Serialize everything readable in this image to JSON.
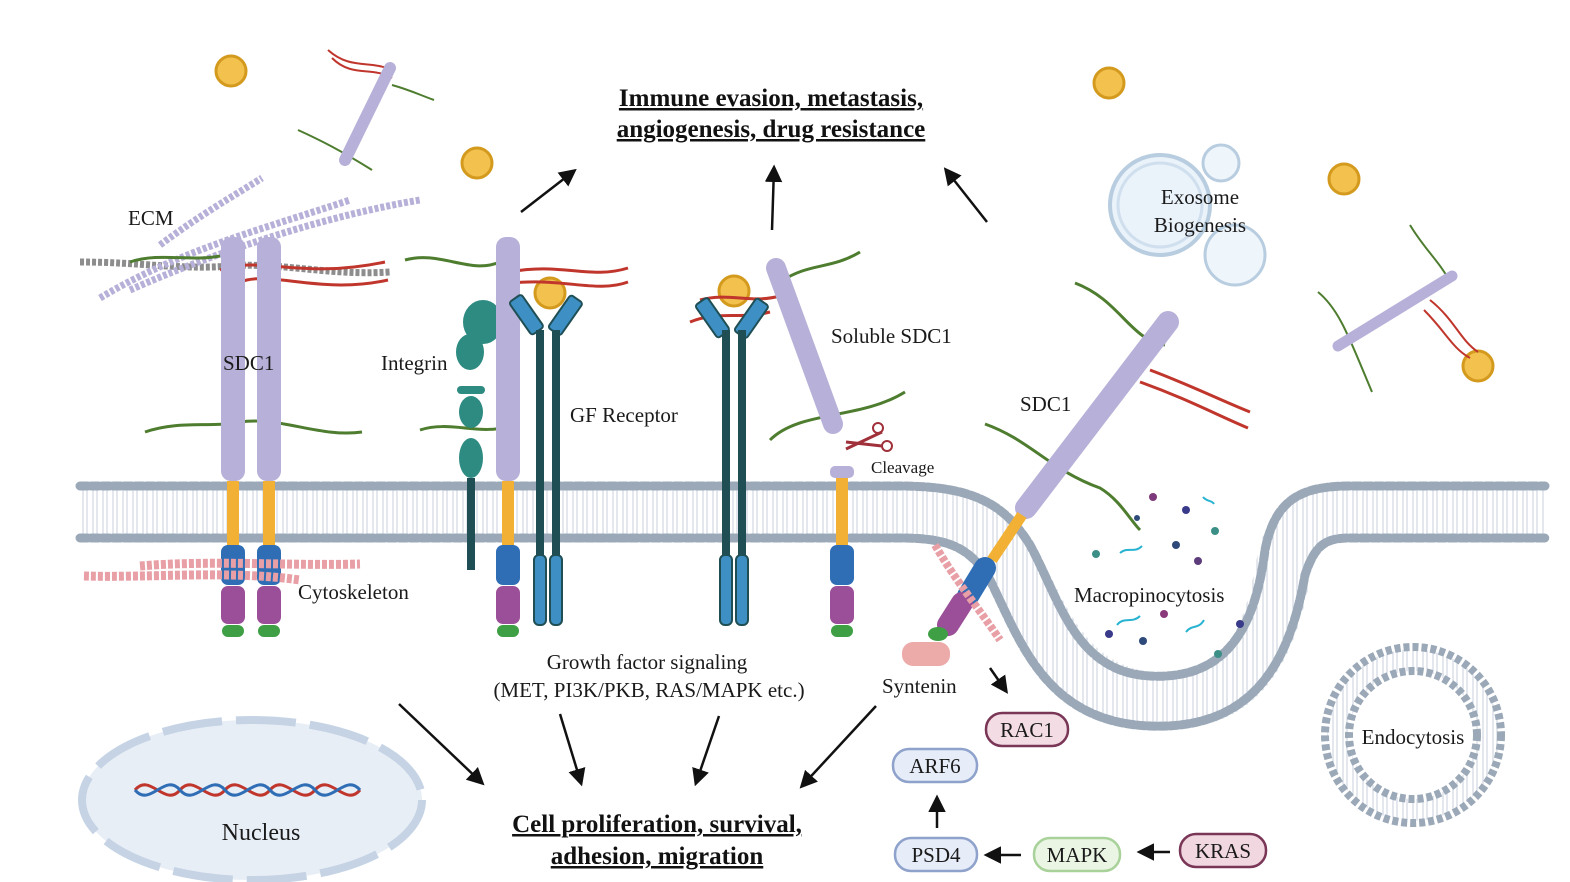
{
  "outcomes": {
    "top_line1": "Immune evasion, metastasis,",
    "top_line2": "angiogenesis, drug resistance",
    "bottom_line1": "Cell proliferation, survival,",
    "bottom_line2": "adhesion, migration"
  },
  "labels": {
    "ecm": "ECM",
    "sdc1_left": "SDC1",
    "integrin": "Integrin",
    "gf_receptor": "GF Receptor",
    "soluble_sdc1": "Soluble SDC1",
    "cleavage": "Cleavage",
    "sdc1_right": "SDC1",
    "exosome_line1": "Exosome",
    "exosome_line2": "Biogenesis",
    "cytoskeleton": "Cytoskeleton",
    "growth_line1": "Growth factor signaling",
    "growth_line2": "(MET, PI3K/PKB, RAS/MAPK etc.)",
    "syntenin": "Syntenin",
    "macropinocytosis": "Macropinocytosis",
    "endocytosis": "Endocytosis",
    "nucleus": "Nucleus"
  },
  "pathway": {
    "rac1": "RAC1",
    "arf6": "ARF6",
    "psd4": "PSD4",
    "mapk": "MAPK",
    "kras": "KRAS"
  },
  "colors": {
    "sdc1_core": "#b7b0d8",
    "membrane_head": "#9aa8b8",
    "growth_factor": "#f2c14e",
    "heparan_green": "#4e7d2f",
    "heparan_red": "#c0362c",
    "receptor_blue": "#3d8fc4",
    "receptor_dark": "#1f4f55",
    "integrin_teal": "#2e8b82",
    "cyto_blue": "#2f6db5",
    "cyto_purple": "#9b4f98",
    "cyto_green": "#3e9f45",
    "rac1_fill": "#f3dce4",
    "kras_fill": "#f0d7e0",
    "arf6_fill": "#e6ecf8",
    "mapk_fill": "#eaf5e4"
  }
}
